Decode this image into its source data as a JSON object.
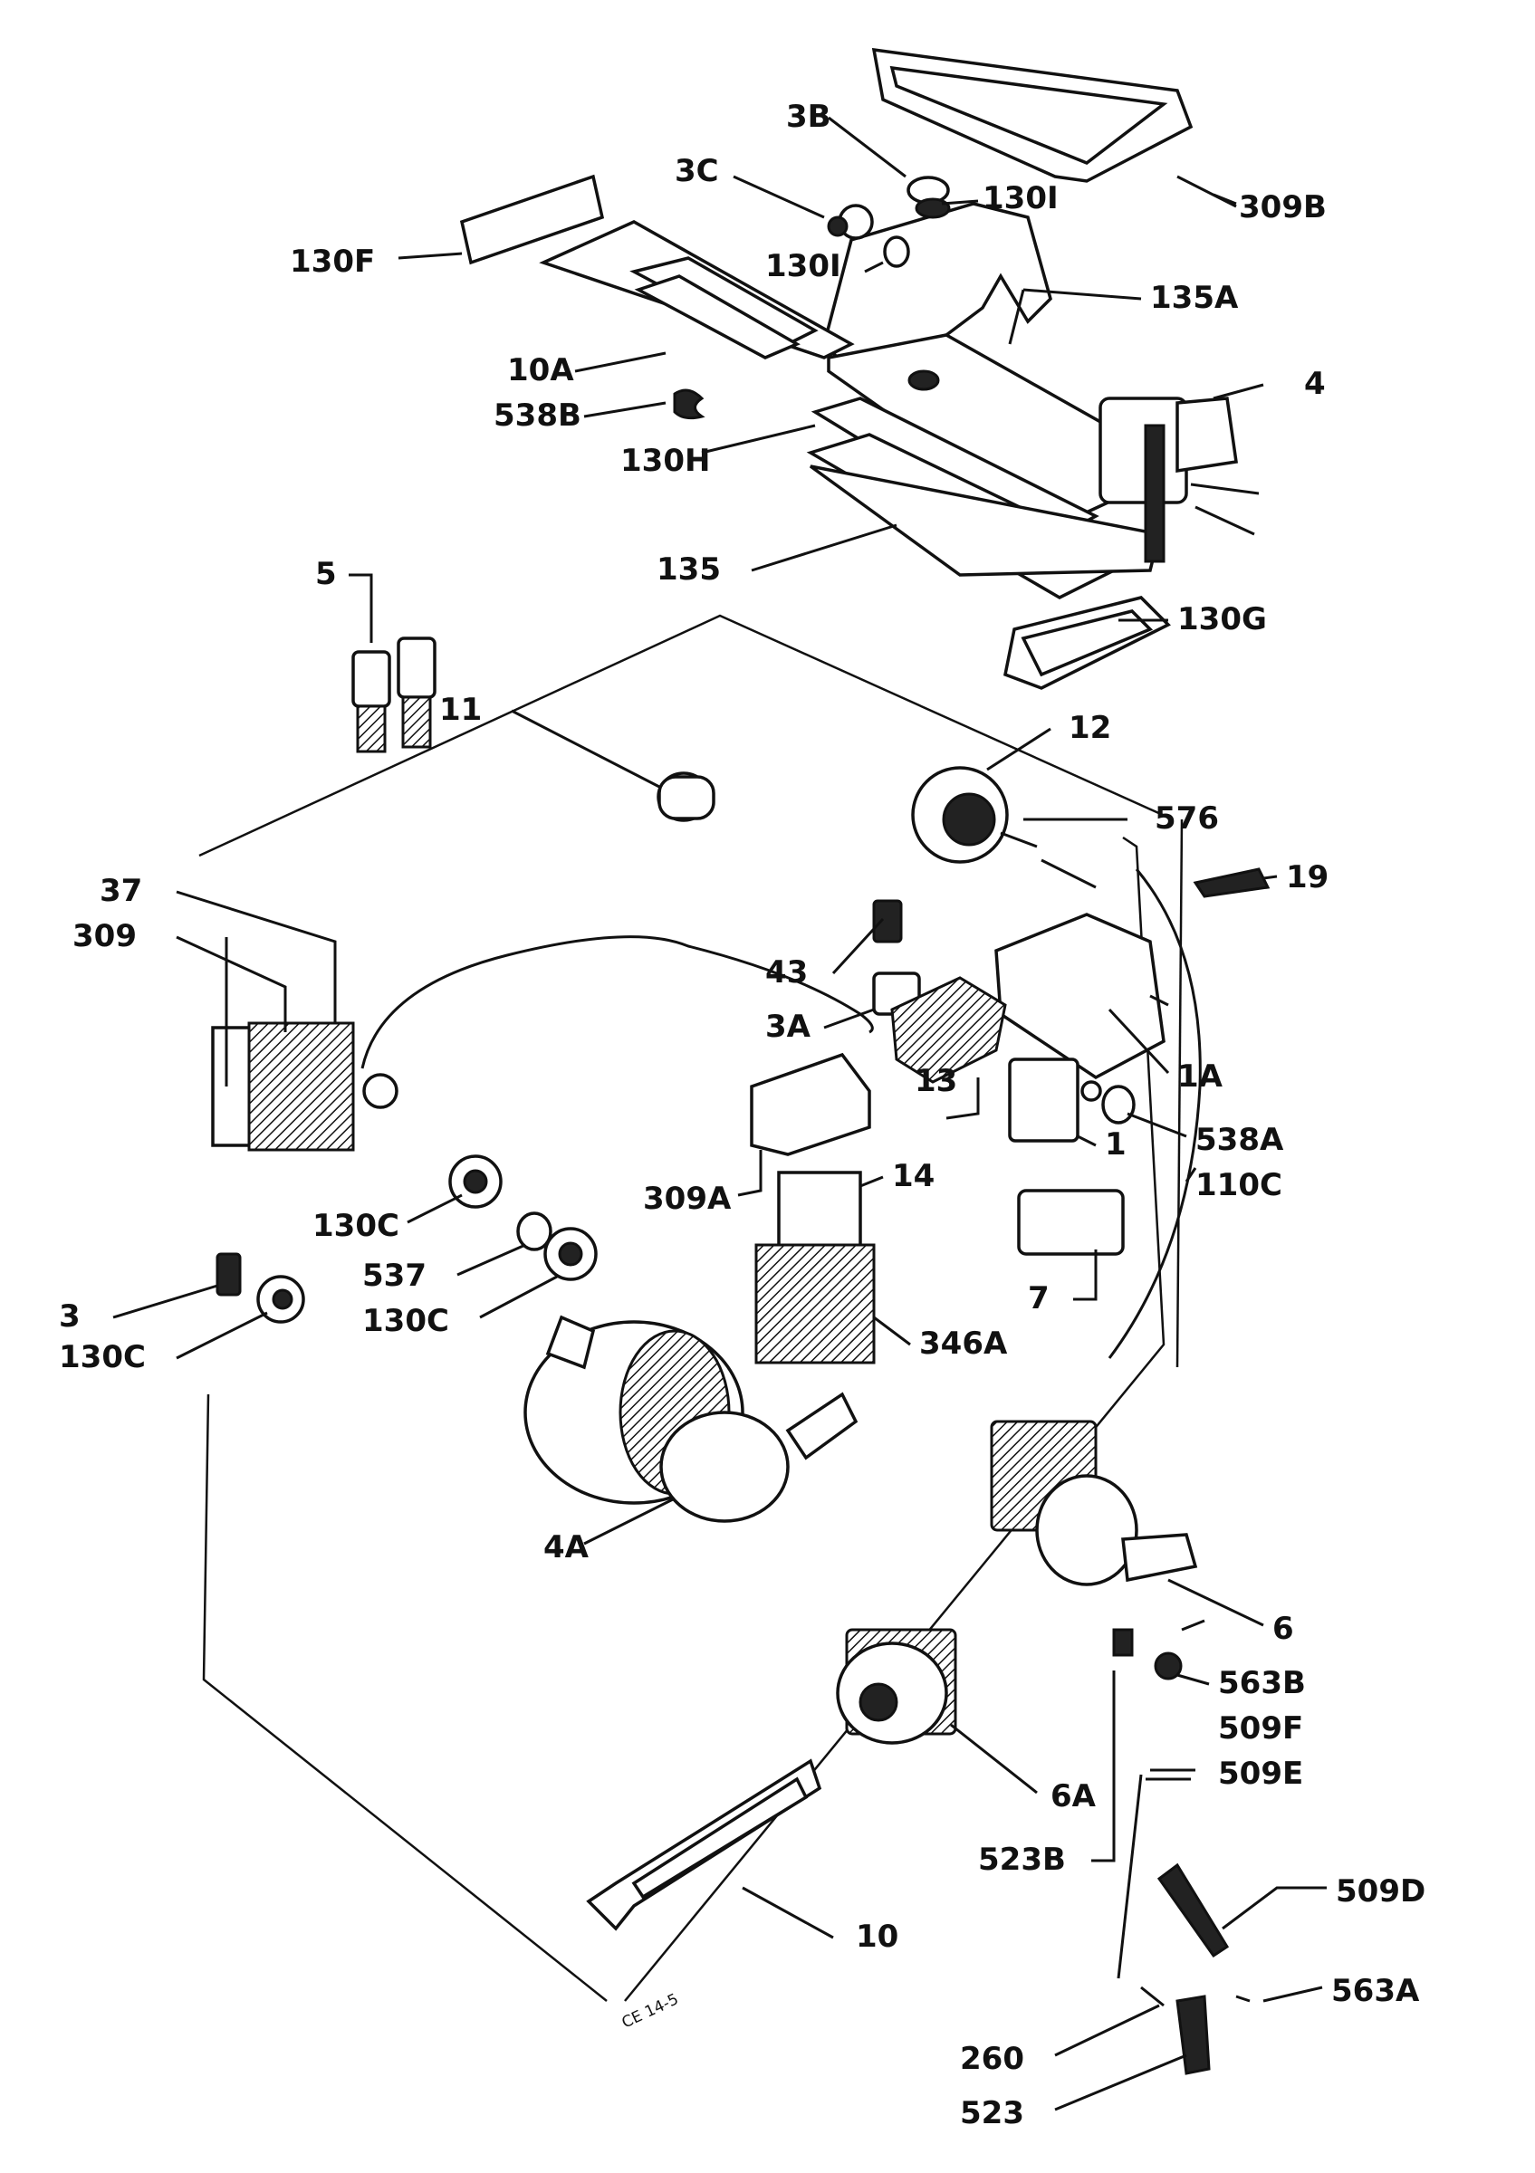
{
  "diagram": {
    "callouts": [
      {
        "id": "309B",
        "text": "309B"
      },
      {
        "id": "3B",
        "text": "3B"
      },
      {
        "id": "3C",
        "text": "3C"
      },
      {
        "id": "130I_a",
        "text": "130I"
      },
      {
        "id": "130I_b",
        "text": "130I"
      },
      {
        "id": "130F",
        "text": "130F"
      },
      {
        "id": "135A",
        "text": "135A"
      },
      {
        "id": "10A",
        "text": "10A"
      },
      {
        "id": "538B",
        "text": "538B"
      },
      {
        "id": "130H",
        "text": "130H"
      },
      {
        "id": "4",
        "text": "4"
      },
      {
        "id": "135",
        "text": "135"
      },
      {
        "id": "130G",
        "text": "130G"
      },
      {
        "id": "5",
        "text": "5"
      },
      {
        "id": "11",
        "text": "11"
      },
      {
        "id": "12",
        "text": "12"
      },
      {
        "id": "576",
        "text": "576"
      },
      {
        "id": "19",
        "text": "19"
      },
      {
        "id": "37",
        "text": "37"
      },
      {
        "id": "309",
        "text": "309"
      },
      {
        "id": "43",
        "text": "43"
      },
      {
        "id": "3A",
        "text": "3A"
      },
      {
        "id": "1A",
        "text": "1A"
      },
      {
        "id": "13",
        "text": "13"
      },
      {
        "id": "1",
        "text": "1"
      },
      {
        "id": "538A",
        "text": "538A"
      },
      {
        "id": "110C",
        "text": "110C"
      },
      {
        "id": "309A",
        "text": "309A"
      },
      {
        "id": "14",
        "text": "14"
      },
      {
        "id": "130C_a",
        "text": "130C"
      },
      {
        "id": "537",
        "text": "537"
      },
      {
        "id": "130C_b",
        "text": "130C"
      },
      {
        "id": "3",
        "text": "3"
      },
      {
        "id": "130C_c",
        "text": "130C"
      },
      {
        "id": "7",
        "text": "7"
      },
      {
        "id": "346A",
        "text": "346A"
      },
      {
        "id": "4A",
        "text": "4A"
      },
      {
        "id": "6",
        "text": "6"
      },
      {
        "id": "563B",
        "text": "563B"
      },
      {
        "id": "509F",
        "text": "509F"
      },
      {
        "id": "509E",
        "text": "509E"
      },
      {
        "id": "6A",
        "text": "6A"
      },
      {
        "id": "523B",
        "text": "523B"
      },
      {
        "id": "509D",
        "text": "509D"
      },
      {
        "id": "10",
        "text": "10"
      },
      {
        "id": "563A",
        "text": "563A"
      },
      {
        "id": "260",
        "text": "260"
      },
      {
        "id": "523",
        "text": "523"
      }
    ],
    "drawing_code": "CE 14-5"
  }
}
